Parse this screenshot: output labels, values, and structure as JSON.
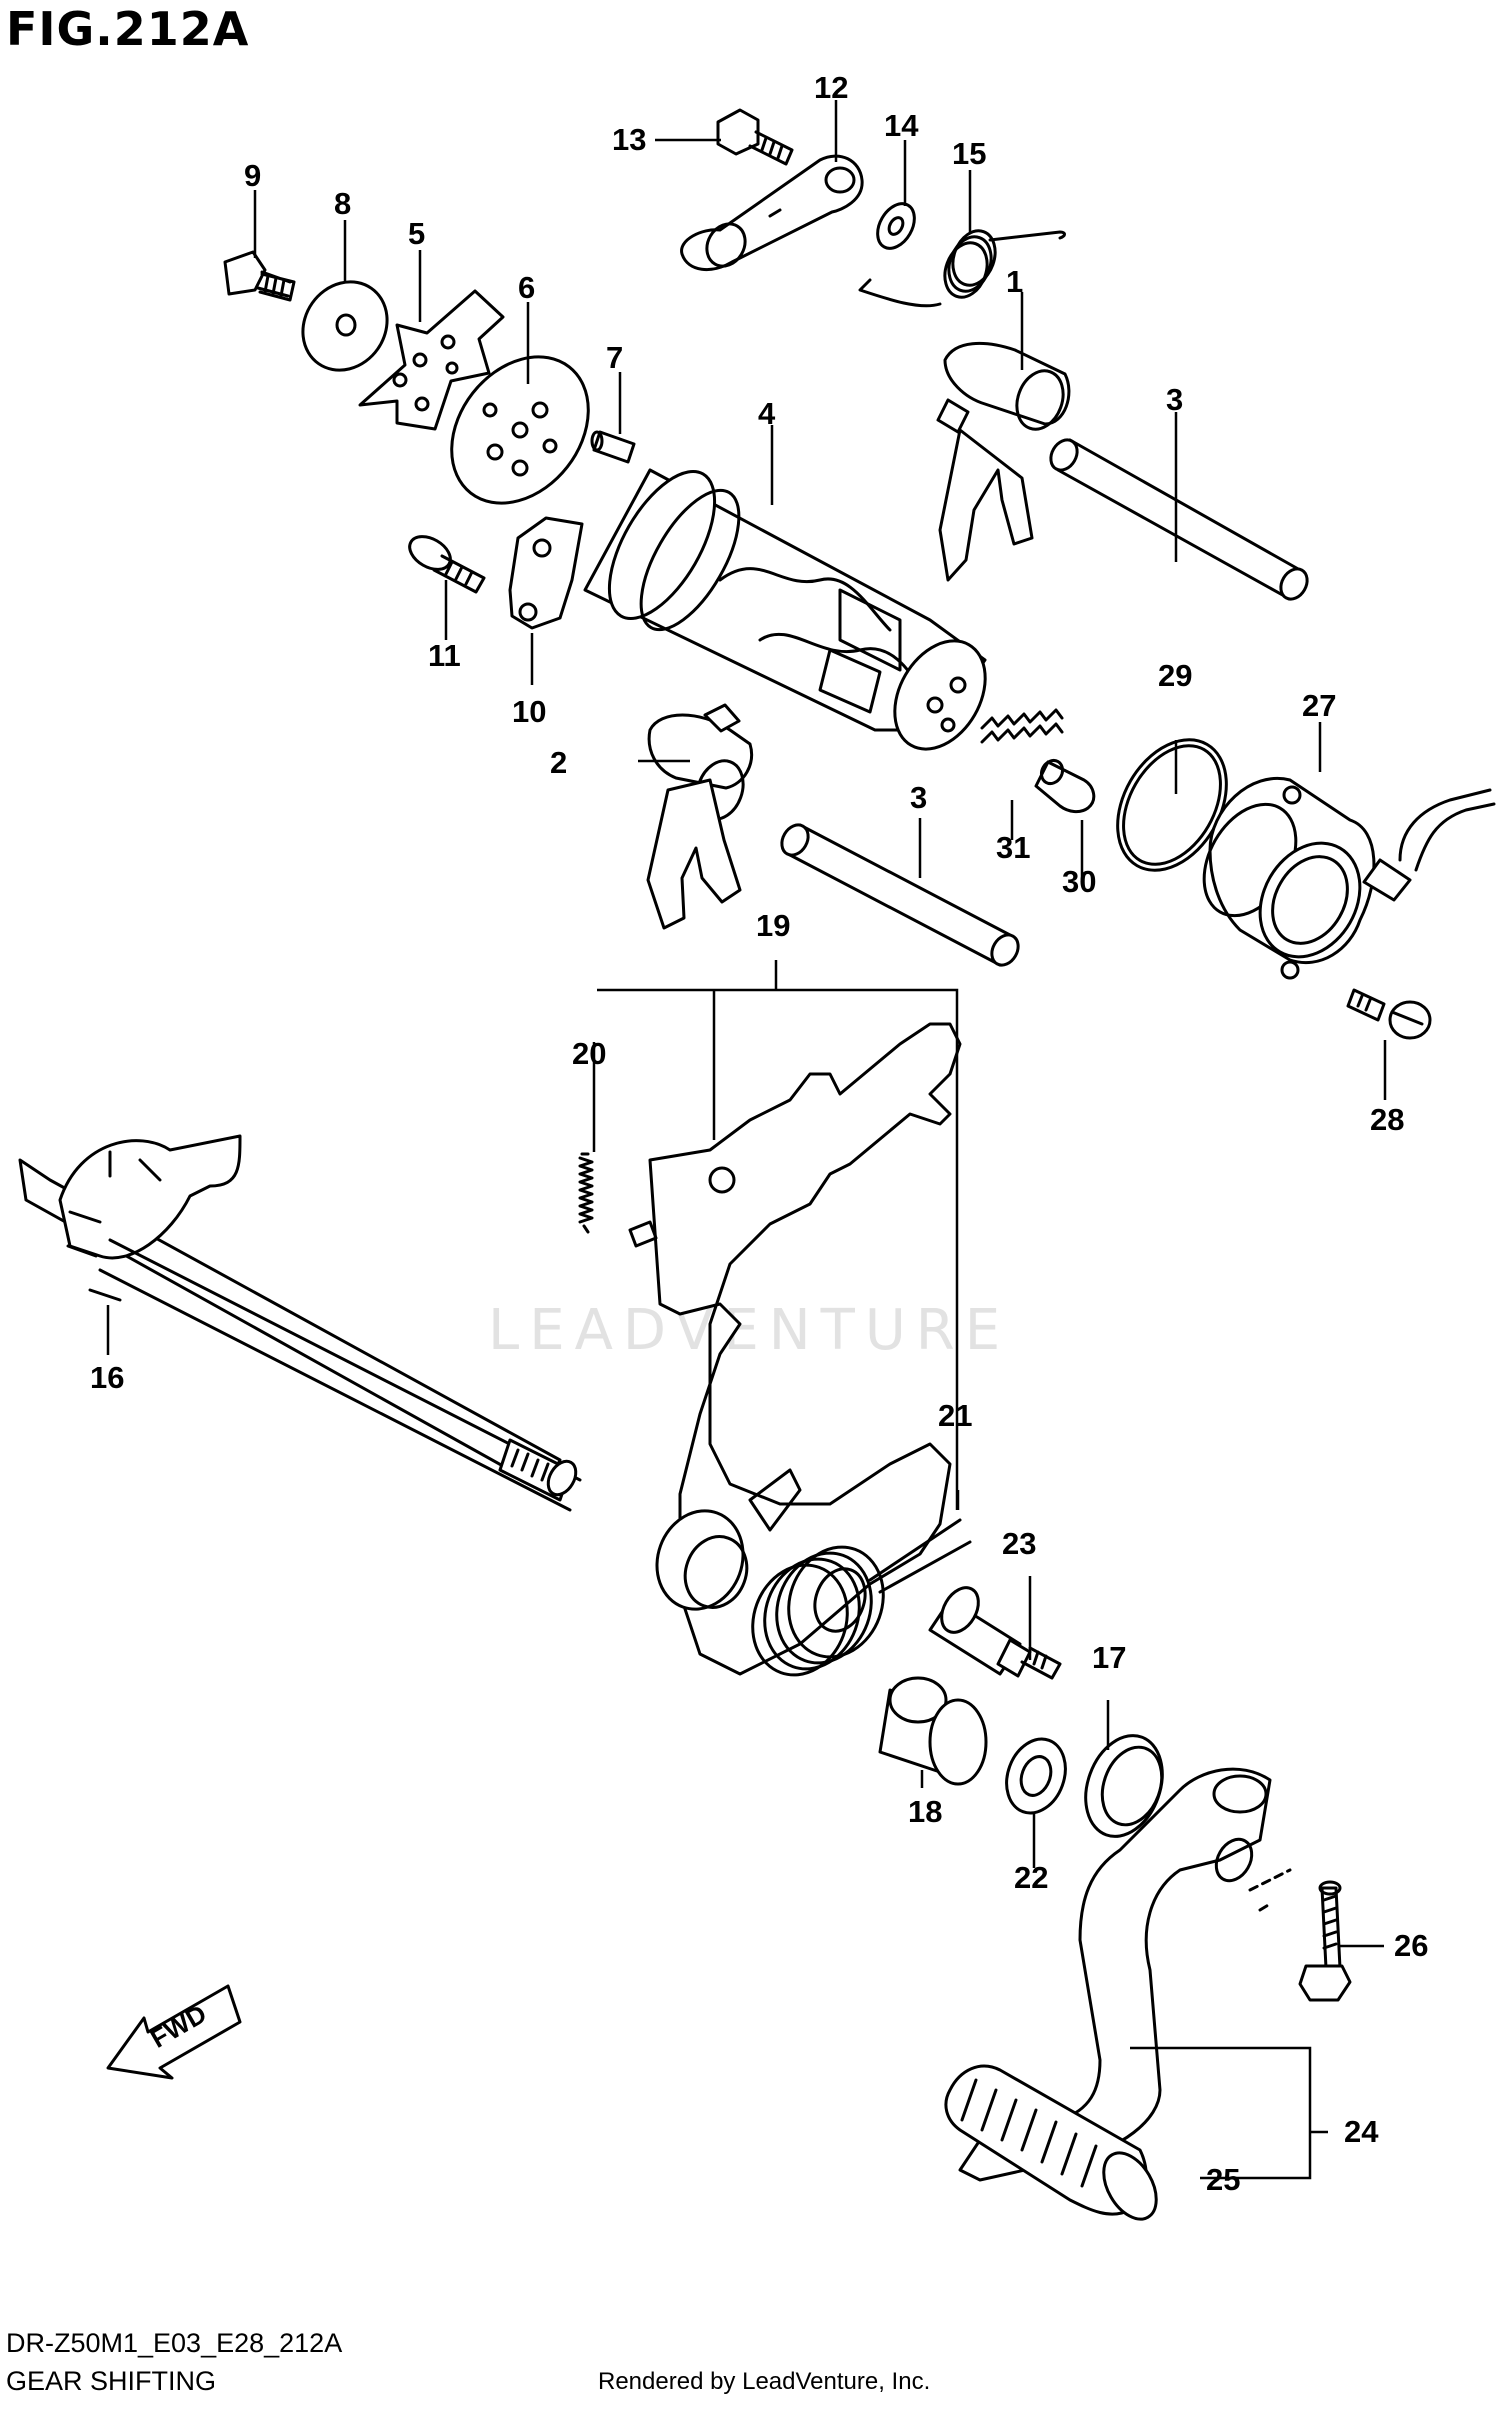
{
  "figure": {
    "title": "FIG.212A",
    "model_code": "DR-Z50M1_E03_E28_212A",
    "section_name": "GEAR SHIFTING",
    "rendered_by": "Rendered by LeadVenture, Inc.",
    "watermark": "LEADVENTURE",
    "direction_badge": "FWD"
  },
  "parts": [
    {
      "ref": "1"
    },
    {
      "ref": "2"
    },
    {
      "ref": "3"
    },
    {
      "ref": "3"
    },
    {
      "ref": "4"
    },
    {
      "ref": "5"
    },
    {
      "ref": "6"
    },
    {
      "ref": "7"
    },
    {
      "ref": "8"
    },
    {
      "ref": "9"
    },
    {
      "ref": "10"
    },
    {
      "ref": "11"
    },
    {
      "ref": "12"
    },
    {
      "ref": "13"
    },
    {
      "ref": "14"
    },
    {
      "ref": "15"
    },
    {
      "ref": "16"
    },
    {
      "ref": "17"
    },
    {
      "ref": "18"
    },
    {
      "ref": "19"
    },
    {
      "ref": "20"
    },
    {
      "ref": "21"
    },
    {
      "ref": "22"
    },
    {
      "ref": "23"
    },
    {
      "ref": "24"
    },
    {
      "ref": "25"
    },
    {
      "ref": "26"
    },
    {
      "ref": "27"
    },
    {
      "ref": "28"
    },
    {
      "ref": "29"
    },
    {
      "ref": "30"
    },
    {
      "ref": "31"
    }
  ]
}
